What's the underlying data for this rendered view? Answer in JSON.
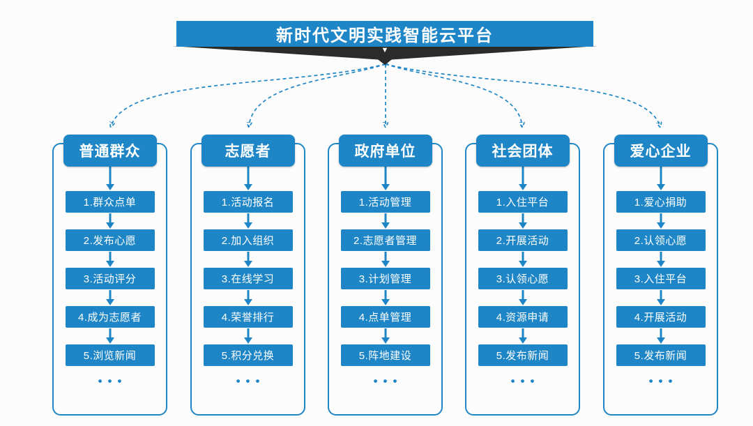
{
  "banner": {
    "title": "新时代文明实践智能云平台"
  },
  "icons": {
    "banner_arrow": "▼"
  },
  "ellipsis": "•••",
  "colors": {
    "primary": "#1E86C6",
    "ribbon": "#2B2B2B",
    "text_on_primary": "#FFFFFF"
  },
  "columns": [
    {
      "header": "普通群众",
      "items": [
        "1.群众点单",
        "2.发布心愿",
        "3.活动评分",
        "4.成为志愿者",
        "5.浏览新闻"
      ]
    },
    {
      "header": "志愿者",
      "items": [
        "1.活动报名",
        "2.加入组织",
        "3.在线学习",
        "4.荣誉排行",
        "5.积分兑换"
      ]
    },
    {
      "header": "政府单位",
      "items": [
        "1.活动管理",
        "2.志愿者管理",
        "3.计划管理",
        "4.点单管理",
        "5.阵地建设"
      ]
    },
    {
      "header": "社会团体",
      "items": [
        "1.入住平台",
        "2.开展活动",
        "3.认领心愿",
        "4.资源申请",
        "5.发布新闻"
      ]
    },
    {
      "header": "爱心企业",
      "items": [
        "1.爱心捐助",
        "2.认领心愿",
        "3.入住平台",
        "4.开展活动",
        "5.发布新闻"
      ]
    }
  ]
}
